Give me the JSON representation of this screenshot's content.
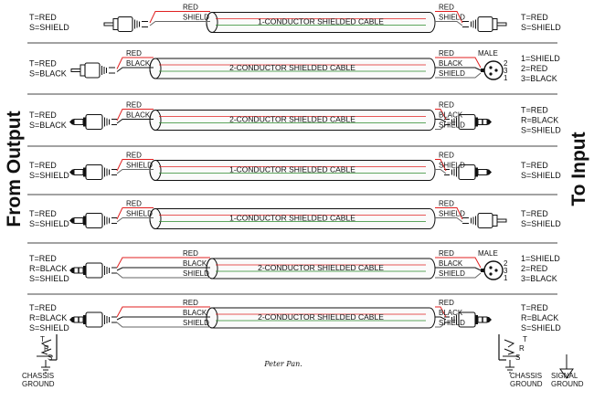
{
  "side_labels": {
    "left": "From Output",
    "right": "To Input"
  },
  "signature": "Peter Pan.",
  "wire_colors": {
    "red": "#e02020",
    "black": "#111111",
    "shield": "#2a8a2a"
  },
  "rows": [
    {
      "cable": "1-CONDUCTOR SHIELDED CABLE",
      "left_conn": "rca",
      "left_desc": [
        "T=RED",
        "S=SHIELD"
      ],
      "left_wires": [
        "RED",
        "SHIELD"
      ],
      "right_conn": "rca",
      "right_wires": [
        "RED",
        "SHIELD"
      ],
      "right_desc": [
        "T=RED",
        "S=SHIELD"
      ],
      "xlr_label": ""
    },
    {
      "cable": "2-CONDUCTOR SHIELDED CABLE",
      "left_conn": "rca",
      "left_desc": [
        "T=RED",
        "S=BLACK"
      ],
      "left_wires": [
        "RED",
        "BLACK"
      ],
      "right_conn": "xlr",
      "right_wires": [
        "RED",
        "BLACK",
        "SHIELD"
      ],
      "right_desc": [
        "1=SHIELD",
        "2=RED",
        "3=BLACK"
      ],
      "xlr_label": "MALE",
      "xlr_pins": [
        "2",
        "3",
        "1"
      ]
    },
    {
      "cable": "2-CONDUCTOR SHIELDED CABLE",
      "left_conn": "ts",
      "left_desc": [
        "T=RED",
        "S=BLACK"
      ],
      "left_wires": [
        "RED",
        "BLACK"
      ],
      "right_conn": "trs",
      "right_wires": [
        "RED",
        "BLACK",
        "SHIELD"
      ],
      "right_desc": [
        "T=RED",
        "R=BLACK",
        "S=SHIELD"
      ],
      "xlr_label": ""
    },
    {
      "cable": "1-CONDUCTOR SHIELDED CABLE",
      "left_conn": "ts",
      "left_desc": [
        "T=RED",
        "S=SHIELD"
      ],
      "left_wires": [
        "RED",
        "SHIELD"
      ],
      "right_conn": "ts",
      "right_wires": [
        "RED",
        "SHIELD"
      ],
      "right_desc": [
        "T=RED",
        "S=SHIELD"
      ],
      "xlr_label": ""
    },
    {
      "cable": "1-CONDUCTOR SHIELDED CABLE",
      "left_conn": "ts",
      "left_desc": [
        "T=RED",
        "S=SHIELD"
      ],
      "left_wires": [
        "RED",
        "SHIELD"
      ],
      "right_conn": "rca",
      "right_wires": [
        "RED",
        "SHIELD"
      ],
      "right_desc": [
        "T=RED",
        "S=SHIELD"
      ],
      "xlr_label": ""
    },
    {
      "cable": "2-CONDUCTOR SHIELDED CABLE",
      "left_conn": "trs",
      "left_desc": [
        "T=RED",
        "R=BLACK",
        "S=SHIELD"
      ],
      "left_wires": [
        "RED",
        "BLACK",
        "SHIELD"
      ],
      "right_conn": "xlr",
      "right_wires": [
        "RED",
        "BLACK",
        "SHIELD"
      ],
      "right_desc": [
        "1=SHIELD",
        "2=RED",
        "3=BLACK"
      ],
      "xlr_label": "MALE",
      "xlr_pins": [
        "2",
        "3",
        "1"
      ]
    },
    {
      "cable": "2-CONDUCTOR SHIELDED CABLE",
      "left_conn": "trs",
      "left_desc": [
        "T=RED",
        "R=BLACK",
        "S=SHIELD"
      ],
      "left_wires": [
        "RED",
        "BLACK",
        "SHIELD"
      ],
      "right_conn": "trs",
      "right_wires": [
        "RED",
        "BLACK",
        "SHIELD"
      ],
      "right_desc": [
        "T=RED",
        "R=BLACK",
        "S=SHIELD"
      ],
      "xlr_label": ""
    }
  ],
  "jack_left": {
    "pins": [
      "T",
      "R",
      "S"
    ],
    "ground": "CHASSIS GROUND"
  },
  "jack_right": {
    "pins": [
      "T",
      "R",
      "S"
    ],
    "ground": "CHASSIS GROUND",
    "signal_ground": "SIGNAL GROUND"
  }
}
